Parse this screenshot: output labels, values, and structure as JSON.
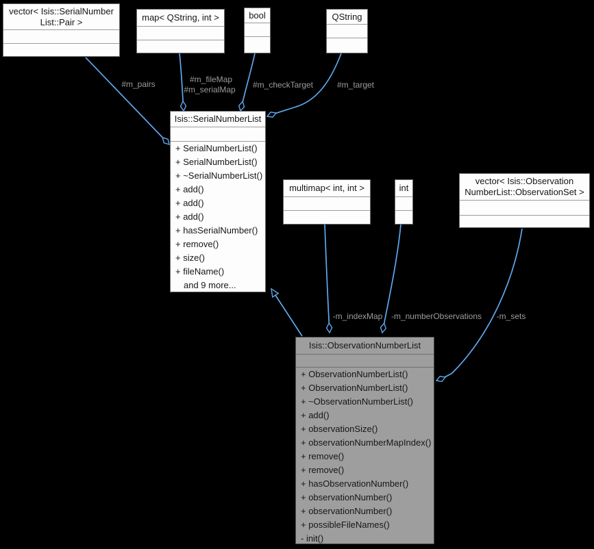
{
  "diagram": {
    "type": "uml-collaboration-graph",
    "background": "#000000",
    "edge_color": "#5fa9f0",
    "edge_label_color": "#9c9c9c",
    "focal_node_fill": "#9e9e9e",
    "node_fill": "#fdfdfd"
  },
  "edge_labels": {
    "pairs": "#m_pairs",
    "file_map": "#m_fileMap",
    "serial_map": "#m_serialMap",
    "check_target": "#m_checkTarget",
    "target": "#m_target",
    "index_map": "-m_indexMap",
    "number_observations": "-m_numberObservations",
    "sets": "-m_sets"
  },
  "classes": {
    "pair_vector": {
      "title": "vector< Isis::SerialNumber\nList::Pair >"
    },
    "qstring_map": {
      "title": "map< QString, int >"
    },
    "bool_type": {
      "title": "bool"
    },
    "qstring": {
      "title": "QString"
    },
    "serial_number_list": {
      "title": "Isis::SerialNumberList",
      "methods": [
        "+ SerialNumberList()",
        "+ SerialNumberList()",
        "+ ~SerialNumberList()",
        "+ add()",
        "+ add()",
        "+ add()",
        "+ hasSerialNumber()",
        "+ remove()",
        "+ size()",
        "+ fileName()",
        "and 9 more..."
      ]
    },
    "int_multimap": {
      "title": "multimap< int, int >"
    },
    "int_type": {
      "title": "int"
    },
    "observation_set_vector": {
      "title": "vector< Isis::Observation\nNumberList::ObservationSet >"
    },
    "observation_number_list": {
      "title": "Isis::ObservationNumberList",
      "methods": [
        "+ ObservationNumberList()",
        "+ ObservationNumberList()",
        "+ ~ObservationNumberList()",
        "+ add()",
        "+ observationSize()",
        "+ observationNumberMapIndex()",
        "+ remove()",
        "+ remove()",
        "+ hasObservationNumber()",
        "+ observationNumber()",
        "+ observationNumber()",
        "+ possibleFileNames()",
        "- init()"
      ]
    }
  }
}
